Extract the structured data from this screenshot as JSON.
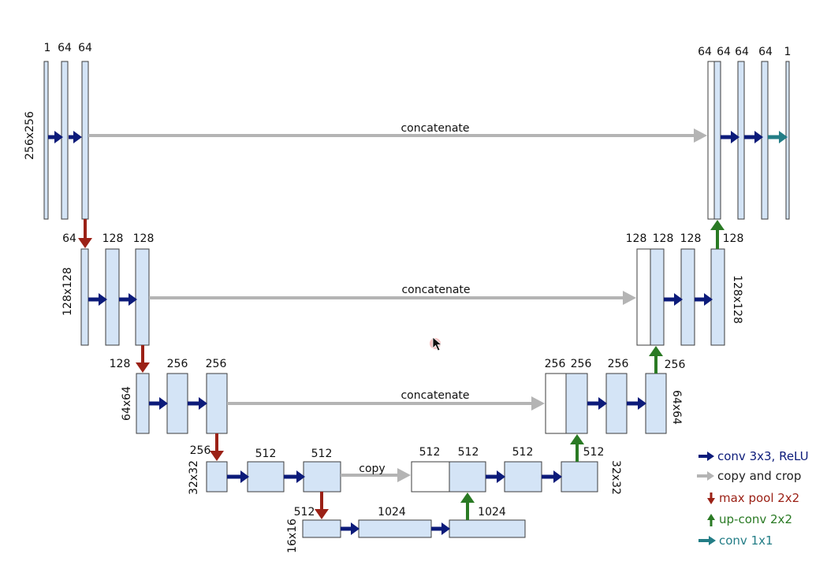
{
  "colors": {
    "fill": "#d4e4f6",
    "stroke": "#3d3d3d",
    "conv": "#0c1b7a",
    "copy": "#b4b4b4",
    "pool": "#9b2116",
    "upconv": "#2a7a24",
    "conv1x1": "#237d86"
  },
  "channels": {
    "l1_in": "1",
    "l1_c1": "64",
    "l1_c2": "64",
    "l2_pool": "64",
    "l2_c1": "128",
    "l2_c2": "128",
    "l3_pool": "128",
    "l3_c1": "256",
    "l3_c2": "256",
    "l4_pool": "256",
    "l4_c1": "512",
    "l4_c2": "512",
    "l5_pool": "512",
    "l5_c1": "1024",
    "l5_up": "1024",
    "r4_copy": "512",
    "r4_up": "512",
    "r4_c1": "512",
    "r4_c2": "512",
    "r3_copy": "256",
    "r3_up": "256",
    "r3_c1": "256",
    "r3_c2": "256",
    "r2_copy": "128",
    "r2_up": "128",
    "r2_c1": "128",
    "r2_c2": "128",
    "r1_copy": "64",
    "r1_up": "64",
    "r1_c1": "64",
    "r1_c2": "64",
    "r1_out": "1"
  },
  "sizes": {
    "l1": "256x256",
    "l2": "128x128",
    "l3": "64x64",
    "l4": "32x32",
    "l5": "16x16",
    "r2": "128x128",
    "r3": "64x64",
    "r4": "32x32"
  },
  "connections": {
    "concat1": "concatenate",
    "concat2": "concatenate",
    "concat3": "concatenate",
    "copy4": "copy"
  },
  "legend": {
    "conv": "conv 3x3, ReLU",
    "copy_crop": "copy and crop",
    "max_pool": "max pool 2x2",
    "up_conv": "up-conv 2x2",
    "conv_1x1": "conv 1x1"
  }
}
